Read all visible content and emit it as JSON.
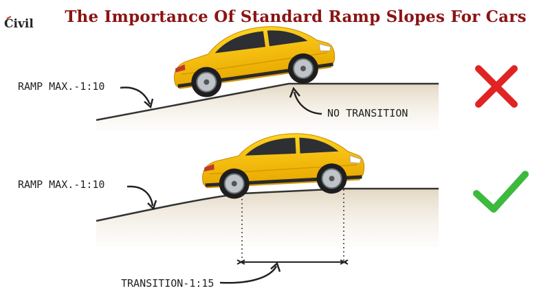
{
  "title": "The Importance Of Standard Ramp Slopes For Cars",
  "logo": {
    "text": "Civil"
  },
  "panels": {
    "top": {
      "ramp_label": "RAMP MAX.-1:10",
      "callout_label": "NO TRANSITION",
      "verdict": "cross-icon",
      "verdict_color": "#e02424"
    },
    "bottom": {
      "ramp_label": "RAMP MAX.-1:10",
      "callout_label": "TRANSITION-1:15",
      "verdict": "check-icon",
      "verdict_color": "#3db93d"
    }
  },
  "colors": {
    "car_body": "#f2b705",
    "car_shadow": "#d89a00",
    "ground": "#eae0cf",
    "line": "#333333"
  }
}
